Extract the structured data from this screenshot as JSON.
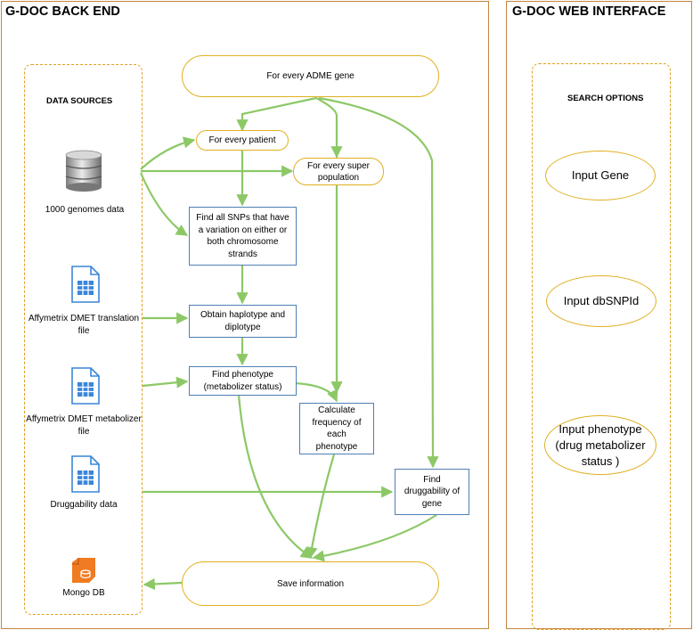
{
  "back_end": {
    "title": "G-DOC BACK END",
    "data_sources_title": "DATA SOURCES",
    "sources": [
      {
        "label": "1000 genomes data",
        "icon": "database-icon"
      },
      {
        "label": "Affymetrix DMET translation file",
        "icon": "spreadsheet-icon"
      },
      {
        "label": "Affymetrix DMET metabolizer file",
        "icon": "spreadsheet-icon"
      },
      {
        "label": "Druggability data",
        "icon": "spreadsheet-icon"
      },
      {
        "label": "Mongo DB",
        "icon": "mongodb-icon"
      }
    ],
    "flow": {
      "every_adme_gene": "For every ADME gene",
      "every_patient": "For every patient",
      "every_super_population": "For every super population",
      "find_snps": "Find all SNPs that have a variation on either or both chromosome strands",
      "obtain_haplotype": "Obtain haplotype and diplotype",
      "find_phenotype": "Find phenotype (metabolizer status)",
      "calculate_frequency": "Calculate frequency of each phenotype",
      "find_druggability": "Find druggability of gene",
      "save_information": "Save information"
    }
  },
  "web_interface": {
    "title": "G-DOC WEB INTERFACE",
    "search_title": "SEARCH OPTIONS",
    "options": [
      "Input Gene",
      "Input dbSNPId",
      "Input phenotype (drug metabolizer status )"
    ]
  },
  "colors": {
    "panel_border": "#c5853f",
    "dashed_border": "#e0a020",
    "pill_border": "#e0b020",
    "box_border": "#4f7fb4",
    "arrow": "#8cc866",
    "icon_blue": "#3a86d8",
    "mongo_orange": "#f07b22"
  }
}
